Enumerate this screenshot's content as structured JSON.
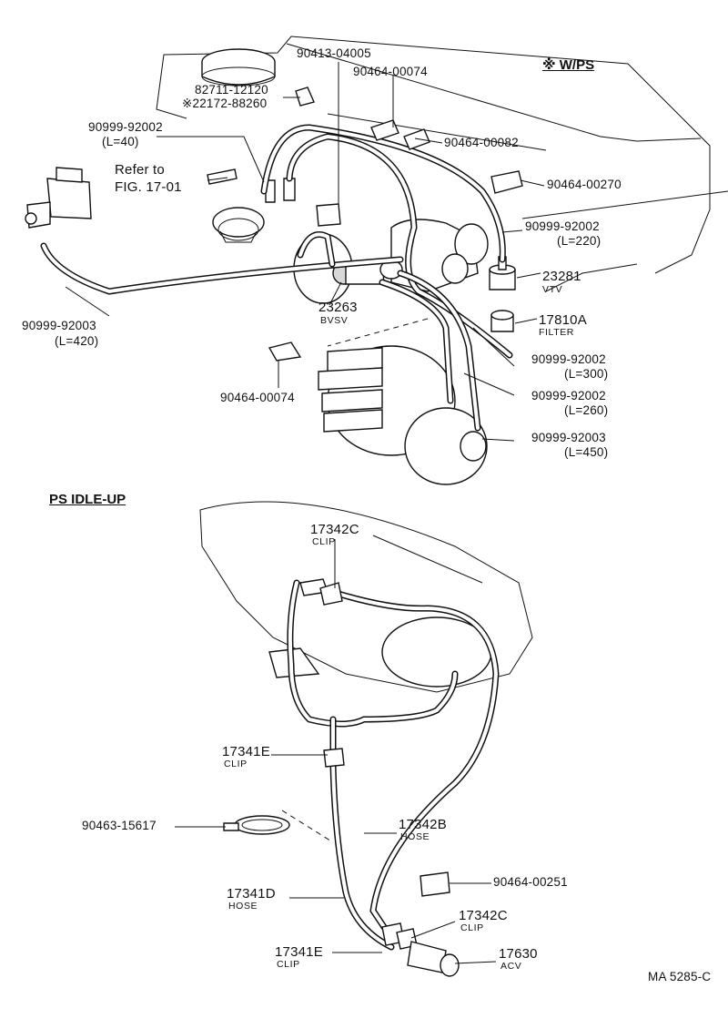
{
  "sections": {
    "wps": "※ W/PS",
    "ps_idle_up": "PS  IDLE-UP"
  },
  "parts": {
    "p1": {
      "num": "90413-04005"
    },
    "p2": {
      "num": "90464-00074"
    },
    "p3": {
      "num": "82711-12120"
    },
    "p4": {
      "num": "※22172-88260"
    },
    "p5": {
      "num": "90999-92002",
      "len": "(L=40)"
    },
    "p6": {
      "num": "90464-00082"
    },
    "p7": {
      "num": "90464-00270"
    },
    "p8": {
      "num": "Refer to",
      "len": "FIG. 17-01"
    },
    "p9": {
      "num": "90999-92002",
      "len": "(L=220)"
    },
    "p10": {
      "num": "23281",
      "desc": "VTV"
    },
    "p11": {
      "num": "23263",
      "desc": "BVSV"
    },
    "p12": {
      "num": "17810A",
      "desc": "FILTER"
    },
    "p13": {
      "num": "90999-92003",
      "len": "(L=420)"
    },
    "p14": {
      "num": "90999-92002",
      "len": "(L=300)"
    },
    "p15": {
      "num": "90464-00074"
    },
    "p16": {
      "num": "90999-92002",
      "len": "(L=260)"
    },
    "p17": {
      "num": "90999-92003",
      "len": "(L=450)"
    },
    "p18": {
      "num": "17342C",
      "desc": "CLIP"
    },
    "p19": {
      "num": "17341E",
      "desc": "CLIP"
    },
    "p20": {
      "num": "90463-15617"
    },
    "p21": {
      "num": "17342B",
      "desc": "HOSE"
    },
    "p22": {
      "num": "90464-00251"
    },
    "p23": {
      "num": "17341D",
      "desc": "HOSE"
    },
    "p24": {
      "num": "17342C",
      "desc": "CLIP"
    },
    "p25": {
      "num": "17341E",
      "desc": "CLIP"
    },
    "p26": {
      "num": "17630",
      "desc": "ACV"
    }
  },
  "footer": {
    "code": "MA  5285-C"
  }
}
